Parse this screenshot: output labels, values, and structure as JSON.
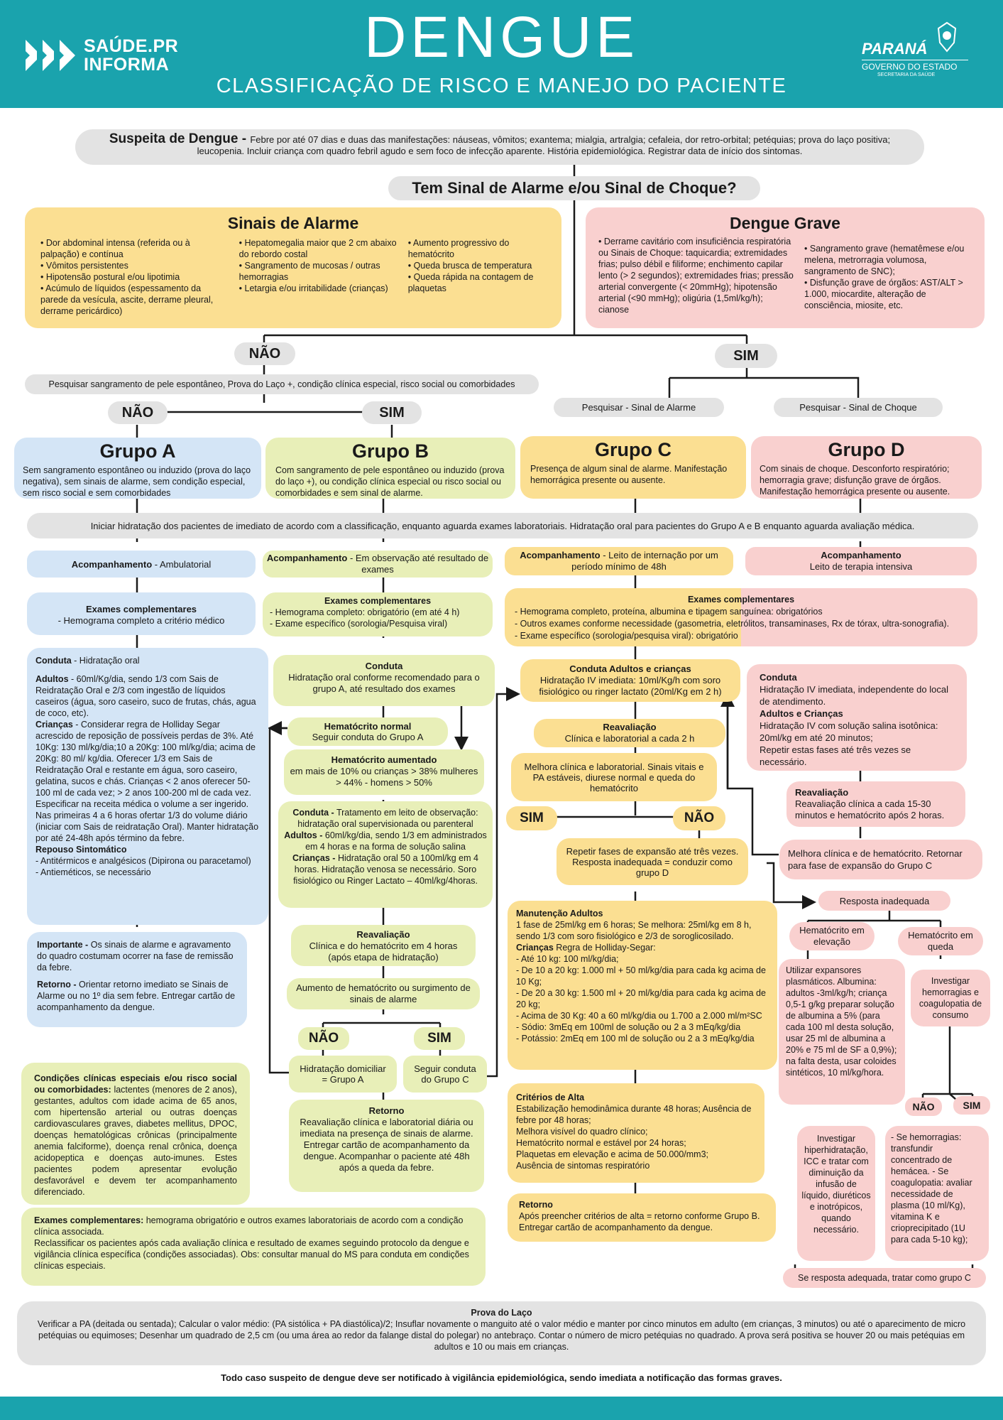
{
  "header": {
    "logo_line1": "SAÚDE.PR",
    "logo_line2": "INFORMA",
    "title": "DENGUE",
    "subtitle": "CLASSIFICAÇÃO DE RISCO E MANEJO DO PACIENTE",
    "state": "PARANÁ",
    "gov": "GOVERNO DO ESTADO",
    "dept": "SECRETARIA DA SAÚDE"
  },
  "colors": {
    "teal": "#1aa3ad",
    "grey": "#e3e3e3",
    "yellow": "#fbdf92",
    "pink": "#f9d0cf",
    "blue": "#d4e5f6",
    "green": "#e8efb8"
  },
  "suspeita": {
    "label": "Suspeita de Dengue - ",
    "text": "Febre por até 07 dias e duas das manifestações: náuseas, vômitos; exantema; mialgia, artralgia; cefaleia, dor retro-orbital; petéquias; prova do laço positiva; leucopenia. Incluir criança com quadro febril agudo e sem foco de infecção aparente. História epidemiológica. Registrar data de início dos sintomas."
  },
  "question": "Tem Sinal de Alarme e/ou Sinal de Choque?",
  "alarme": {
    "title": "Sinais de Alarme",
    "col1": [
      "Dor abdominal intensa (referida ou à palpação) e contínua",
      "Vômitos persistentes",
      "Hipotensão postural e/ou lipotimia",
      "Acúmulo de líquidos (espessamento da parede da vesícula, ascite, derrame pleural, derrame pericárdico)"
    ],
    "col2": [
      "Hepatomegalia maior que 2 cm abaixo do rebordo costal",
      "Sangramento de mucosas / outras hemorragias",
      "Letargia e/ou irritabilidade (crianças)"
    ],
    "col3": [
      "Aumento progressivo do hematócrito",
      "Queda brusca de temperatura",
      "Queda rápida na contagem de plaquetas"
    ]
  },
  "grave": {
    "title": "Dengue Grave",
    "col1": [
      "Derrame cavitário com insuficiência respiratória ou Sinais de Choque: taquicardia; extremidades frias; pulso débil e filiforme; enchimento capilar lento (> 2 segundos); extremidades frias; pressão arterial convergente (< 20mmHg); hipotensão arterial (<90 mmHg); oligúria (1,5ml/kg/h); cianose"
    ],
    "col2": [
      "Sangramento grave (hematêmese e/ou melena, metrorragia volumosa, sangramento de SNC);",
      "Disfunção grave de órgãos: AST/ALT > 1.000, miocardite, alteração de consciência, miosite, etc."
    ]
  },
  "nao": "NÃO",
  "sim": "SIM",
  "pesquisar": "Pesquisar sangramento de pele espontâneo, Prova do Laço +, condição clínica especial, risco social ou comorbidades",
  "pesq_alarme": "Pesquisar - Sinal de Alarme",
  "pesq_choque": "Pesquisar - Sinal de Choque",
  "grupos": {
    "a": {
      "title": "Grupo A",
      "text": "Sem sangramento espontâneo ou induzido (prova do laço negativa), sem sinais de alarme, sem condição especial, sem risco social e sem comorbidades"
    },
    "b": {
      "title": "Grupo B",
      "text": "Com sangramento de pele espontâneo ou induzido (prova do laço +), ou condição clínica especial ou risco social ou comorbidades e sem sinal de alarme."
    },
    "c": {
      "title": "Grupo C",
      "text": "Presença de algum sinal de alarme. Manifestação hemorrágica presente ou ausente."
    },
    "d": {
      "title": "Grupo D",
      "text": "Com sinais de choque. Desconforto respiratório; hemorragia grave; disfunção grave de órgãos. Manifestação hemorrágica presente ou ausente."
    }
  },
  "hidratacao": "Iniciar hidratação dos pacientes de imediato de acordo com a classificação, enquanto aguarda exames laboratoriais. Hidratação oral para pacientes do Grupo A e B enquanto aguarda avaliação médica.",
  "acomp": {
    "label": "Acompanhamento",
    "a": "Ambulatorial",
    "b": "Em observação até resultado de exames",
    "c": "Leito de internação por um período mínimo de 48h",
    "d": "Leito de terapia intensiva"
  },
  "exames": {
    "label": "Exames complementares",
    "a": "- Hemograma completo a critério médico",
    "b1": "- Hemograma completo: obrigatório (em até 4 h)",
    "b2": "- Exame específico (sorologia/Pesquisa viral)",
    "cd1": "- Hemograma completo, proteína, albumina e tipagem sanguínea: obrigatórios",
    "cd2": "- Outros exames conforme necessidade (gasometria, eletrólitos, transaminases, Rx de tórax, ultra-sonografia).",
    "cd3": "- Exame específico (sorologia/pesquisa viral): obrigatório"
  },
  "conduta_a": {
    "title": "Conduta",
    "title2": "Hidratação oral",
    "adultos_l": "Adultos",
    "adultos": "- 60ml/Kg/dia, sendo 1/3 com Sais de Reidratação Oral e 2/3 com ingestão de líquidos caseiros (água, soro caseiro, suco de frutas, chás, agua de coco, etc).",
    "criancas_l": "Crianças",
    "criancas": "- Considerar regra de Holliday Segar acrescido de reposição de possíveis perdas de 3%. Até 10Kg: 130 ml/kg/dia;10 a 20Kg: 100 ml/kg/dia; acima de 20Kg: 80 ml/ kg/dia. Oferecer 1/3 em Sais de Reidratação Oral e restante em água, soro caseiro, gelatina, sucos e chás. Crianças < 2 anos oferecer 50-100 ml de cada vez; > 2 anos 100-200 ml de cada vez. Especificar na receita médica o volume a ser ingerido. Nas primeiras 4 a 6 horas ofertar 1/3 do volume diário (iniciar com Sais de reidratação Oral). Manter hidratação por até 24-48h após término da febre.",
    "repouso_l": "Repouso Sintomático",
    "repouso1": "- Antitérmicos e analgésicos (Dipirona ou paracetamol)",
    "repouso2": "- Antieméticos, se necessário"
  },
  "importante": {
    "l": "Importante -",
    "t": "Os sinais de alarme e agravamento do quadro costumam ocorrer na fase de remissão da febre.",
    "l2": "Retorno -",
    "t2": "Orientar retorno imediato se Sinais de Alarme ou no 1º dia sem febre. Entregar cartão de acompanhamento da dengue."
  },
  "conduta_b": {
    "title": "Conduta",
    "text": "Hidratação oral conforme recomendado para o grupo A, até resultado dos exames"
  },
  "ht_normal": {
    "title": "Hematócrito normal",
    "text": "Seguir conduta do Grupo A"
  },
  "ht_aumentado": {
    "title": "Hematócrito aumentado",
    "text": "em mais de 10%  ou crianças > 38% mulheres > 44%  - homens > 50%"
  },
  "conduta_b2": {
    "l": "Conduta -",
    "t": "Tratamento em leito de observação: hidratação oral supervisionada ou parenteral",
    "al": "Adultos -",
    "at": "60ml/kg/dia, sendo 1/3 em administrados em 4 horas e na forma de solução salina",
    "cl": "Crianças -",
    "ct": "Hidratação oral 50 a 100ml/kg em 4 horas. Hidratação venosa se necessário. Soro fisiológico ou Ringer Lactato – 40ml/kg/4horas."
  },
  "reaval_b": {
    "title": "Reavaliação",
    "text": "Clínica e do hematócrito em 4 horas (após etapa de hidratação)"
  },
  "aumento_ht": "Aumento de hematócrito ou surgimento de sinais de alarme",
  "hid_dom": "Hidratação domiciliar = Grupo A",
  "seguir_c": "Seguir conduta do Grupo C",
  "retorno_b": {
    "title": "Retorno",
    "text": "Reavaliação clínica e laboratorial diária ou imediata na presença de sinais de alarme. Entregar cartão de acompanhamento da dengue. Acompanhar o paciente até 48h após a queda da febre."
  },
  "condicoes": {
    "l": "Condições clínicas especiais e/ou risco social ou comorbidades:",
    "t": "lactentes (menores de 2 anos), gestantes, adultos com idade acima de 65 anos, com hipertensão arterial ou outras doenças cardiovasculares graves, diabetes mellitus, DPOC, doenças hematológicas crônicas (principalmente anemia falciforme), doença renal crônica, doença acidopeptica e doenças auto-imunes. Estes pacientes podem apresentar evolução desfavorável e devem ter acompanhamento diferenciado.",
    "el": "Exames complementares:",
    "et": "hemograma obrigatório e outros exames laboratoriais de acordo com a condição clínica associada.",
    "r": "Reclassificar os pacientes após cada avaliação clínica e resultado de exames seguindo protocolo da dengue e vigilância clínica específica (condições associadas). Obs: consultar manual do MS para conduta em condições clínicas especiais."
  },
  "conduta_c": {
    "title": "Conduta Adultos e crianças",
    "text": "Hidratação IV imediata: 10ml/Kg/h com soro fisiológico ou ringer lactato (20ml/Kg em 2 h)"
  },
  "reaval_c": {
    "title": "Reavaliação",
    "text": "Clínica e laboratorial a cada 2 h"
  },
  "melhora_c": "Melhora clínica e laboratorial. Sinais vitais e PA estáveis, diurese normal e queda do hematócrito",
  "repetir": "Repetir fases de expansão até três vezes. Resposta inadequada = conduzir como grupo D",
  "manutencao": {
    "title": "Manutenção Adultos",
    "t1": "1 fase de 25ml/kg em 6 horas; Se melhora: 25ml/kg em 8 h, sendo 1/3 com soro fisiológico e 2/3 de soroglicosilado.",
    "cl": "Crianças",
    "ct": "Regra de Holliday-Segar:",
    "items": [
      "- Até 10 kg: 100 ml/kg/dia;",
      "- De 10 a 20 kg: 1.000 ml + 50 ml/kg/dia para cada kg acima de 10 Kg;",
      "- De 20 a 30 kg: 1.500 ml + 20 ml/kg/dia para cada kg acima de 20 kg;",
      "- Acima de 30 Kg: 40 a 60 ml/kg/dia ou 1.700 a 2.000 ml/m²SC",
      "- Sódio: 3mEq em 100ml de solução ou 2 a 3 mEq/kg/dia",
      "- Potássio: 2mEq em 100 ml de solução ou 2 a 3 mEq/kg/dia"
    ]
  },
  "alta": {
    "title": "Critérios de Alta",
    "items": [
      "Estabilização hemodinâmica durante 48 horas; Ausência de febre por 48 horas;",
      "Melhora visível do quadro clínico;",
      "Hematócrito normal e estável por 24 horas;",
      "Plaquetas em elevação e acima de 50.000/mm3;",
      "Ausência de sintomas respiratório"
    ]
  },
  "retorno_c": {
    "title": "Retorno",
    "text": "Após preencher critérios de alta = retorno conforme Grupo B. Entregar cartão de acompanhamento da dengue."
  },
  "conduta_d": {
    "title": "Conduta",
    "t1": "Hidratação IV imediata, independente do local de atendimento.",
    "title2": "Adultos e Crianças",
    "t2": "Hidratação IV com solução salina isotônica: 20ml/kg em até 20 minutos;",
    "t3": "Repetir estas fases até três vezes se necessário."
  },
  "reaval_d": {
    "title": "Reavaliação",
    "text": "Reavaliação clínica a cada 15-30 minutos e hematócrito após 2 horas."
  },
  "melhora_d": "Melhora clínica e de hematócrito. Retornar para fase de expansão do Grupo C",
  "resp_inad": "Resposta inadequada",
  "ht_elev": "Hematócrito em elevação",
  "ht_queda": "Hematócrito em queda",
  "expansores": "Utilizar expansores plasmáticos. Albumina: adultos -3ml/kg/h; criança 0,5-1 g/kg preparar solução de albumina a 5% (para cada 100 ml desta solução, usar 25 ml de albumina a 20% e 75 ml de SF a 0,9%); na falta desta, usar coloides sintéticos, 10 ml/kg/hora.",
  "investigar1": "Investigar hemorragias e coagulopatia de consumo",
  "investigar2": "Investigar hiperhidratação, ICC e tratar com diminuição da infusão de líquido, diuréticos e inotrópicos, quando necessário.",
  "hemorragias": "- Se hemorragias: transfundir concentrado de hemácea. - Se coagulopatia: avaliar necessidade de plasma (10 ml/Kg), vitamina K e crioprecipitado (1U para cada 5-10 kg);",
  "adequada": "Se resposta adequada, tratar como grupo C",
  "laco": {
    "title": "Prova do Laço",
    "text": "Verificar a PA (deitada ou sentada); Calcular o valor médio: (PA sistólica + PA diastólica)/2; Insuflar novamente o manguito até o valor médio e manter por cinco minutos em adulto (em crianças, 3 minutos) ou até o aparecimento de micro petéquias ou equimoses; Desenhar um quadrado de 2,5 cm (ou uma área ao redor da falange distal do polegar) no antebraço. Contar o número de micro petéquias no quadrado. A prova será positiva se houver 20 ou mais petéquias em adultos e 10 ou mais em crianças."
  },
  "notificacao": "Todo caso suspeito de dengue deve ser notificado à vigilância epidemiológica, sendo imediata a notificação das formas graves."
}
